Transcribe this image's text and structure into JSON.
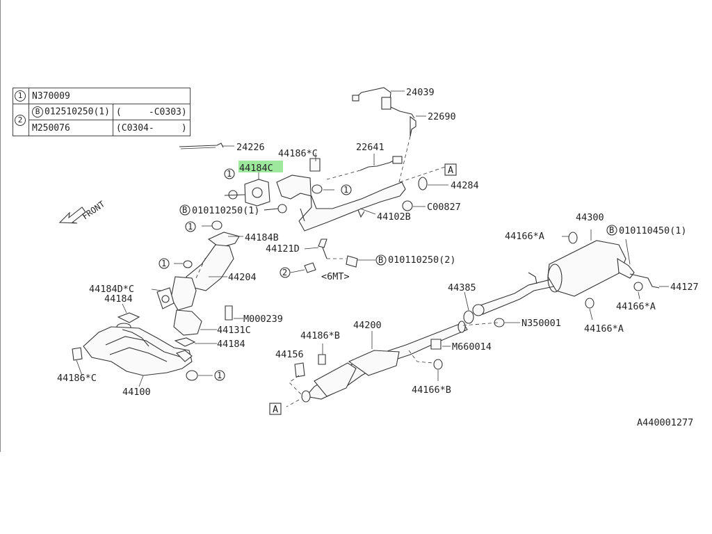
{
  "legend": {
    "rows": [
      {
        "marker": "1",
        "cells": [
          "N370009"
        ]
      },
      {
        "marker": "2",
        "cells": [
          "012510250(1)",
          "(     -C0303)"
        ],
        "prefix": "B"
      },
      {
        "marker": "",
        "cells": [
          "M250076",
          "(C0304-     )"
        ]
      }
    ]
  },
  "front_label": "FRONT",
  "diagram_code": "A440001277",
  "highlight_color": "#7de07d",
  "labels": {
    "p24039": "24039",
    "p22690": "22690",
    "p24226": "24226",
    "p44186c_top": "44186*C",
    "p22641": "22641",
    "p44184c_hl": "44184C",
    "callout_a_top": "A",
    "p44284": "44284",
    "b_010110250_1": "010110250(1)",
    "c00827": "C00827",
    "p44300": "44300",
    "b_010110450_1": "010110450(1)",
    "p44166a_1": "44166*A",
    "p44184b": "44184B",
    "p44102b": "44102B",
    "p44121d": "44121D",
    "b_010110250_2": "010110250(2)",
    "mt6": "<6MT>",
    "p44204": "44204",
    "p44184dc": "44184D*C",
    "p44184_top": "44184",
    "m000239": "M000239",
    "p44131c": "44131C",
    "p44184_bot": "44184",
    "p44385": "44385",
    "p44127": "44127",
    "p44166a_2": "44166*A",
    "p44166a_3": "44166*A",
    "n350001": "N350001",
    "p44200": "44200",
    "p44186b": "44186*B",
    "m660014": "M660014",
    "p44156": "44156",
    "p44186c_bot": "44186*C",
    "p44100": "44100",
    "p44166b": "44166*B",
    "callout_a_bot": "A",
    "mk1": "1",
    "mk2": "2",
    "mkB": "B"
  }
}
